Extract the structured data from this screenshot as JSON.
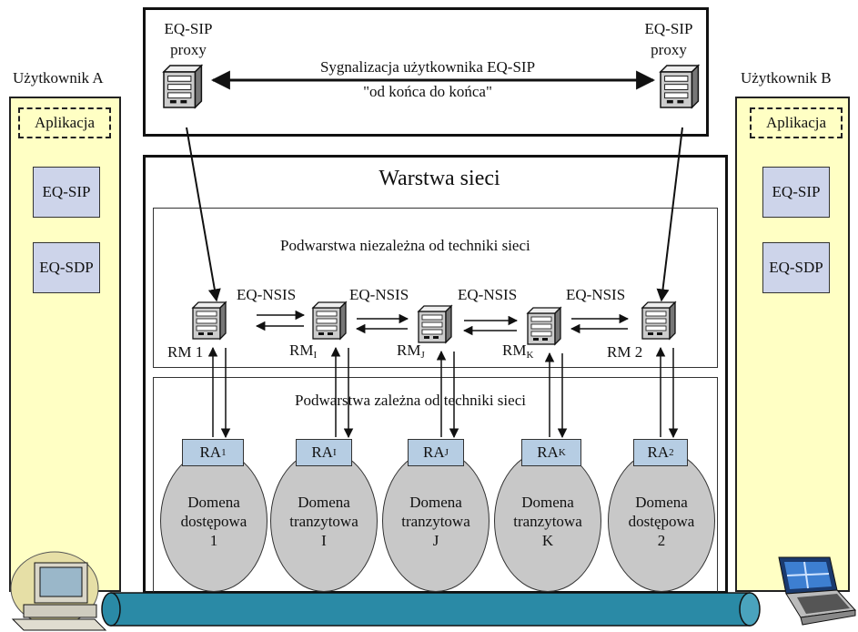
{
  "top": {
    "proxy_left": [
      "EQ-SIP",
      "proxy"
    ],
    "proxy_right": [
      "EQ-SIP",
      "proxy"
    ],
    "signaling_line1": "Sygnalizacja użytkownika EQ-SIP",
    "signaling_line2": "\"od końca do końca\""
  },
  "user_a": {
    "title": "Użytkownik A",
    "app": "Aplikacja",
    "proto1": "EQ-SIP",
    "proto2": "EQ-SDP"
  },
  "user_b": {
    "title": "Użytkownik B",
    "app": "Aplikacja",
    "proto1": "EQ-SIP",
    "proto2": "EQ-SDP"
  },
  "network": {
    "title": "Warstwa sieci",
    "upper_sublayer": "Podwarstwa niezależna od techniki sieci",
    "lower_sublayer": "Podwarstwa zależna od techniki sieci",
    "nsis_labels": [
      "EQ-NSIS",
      "EQ-NSIS",
      "EQ-NSIS",
      "EQ-NSIS"
    ],
    "rm_labels": [
      {
        "base": "RM 1",
        "sub": ""
      },
      {
        "base": "RM",
        "sub": "I"
      },
      {
        "base": "RM",
        "sub": "J"
      },
      {
        "base": "RM",
        "sub": "K"
      },
      {
        "base": "RM 2",
        "sub": ""
      }
    ],
    "ra_labels": [
      {
        "base": "RA",
        "sub": "1"
      },
      {
        "base": "RA",
        "sub": "I"
      },
      {
        "base": "RA",
        "sub": "J"
      },
      {
        "base": "RA",
        "sub": "K"
      },
      {
        "base": "RA",
        "sub": "2"
      }
    ],
    "domains": [
      [
        "Domena",
        "dostępowa",
        "1"
      ],
      [
        "Domena",
        "tranzytowa",
        "I"
      ],
      [
        "Domena",
        "tranzytowa",
        "J"
      ],
      [
        "Domena",
        "tranzytowa",
        "K"
      ],
      [
        "Domena",
        "dostępowa",
        "2"
      ]
    ]
  },
  "colors": {
    "user_panel": "#ffffc4",
    "protocol_box": "#cdd4ea",
    "ra_box": "#b6cde3",
    "domain": "#c8c8c8",
    "pipe": "#2a8aa6"
  },
  "icons": [
    "server-icon",
    "desktop-computer-icon",
    "laptop-icon"
  ]
}
